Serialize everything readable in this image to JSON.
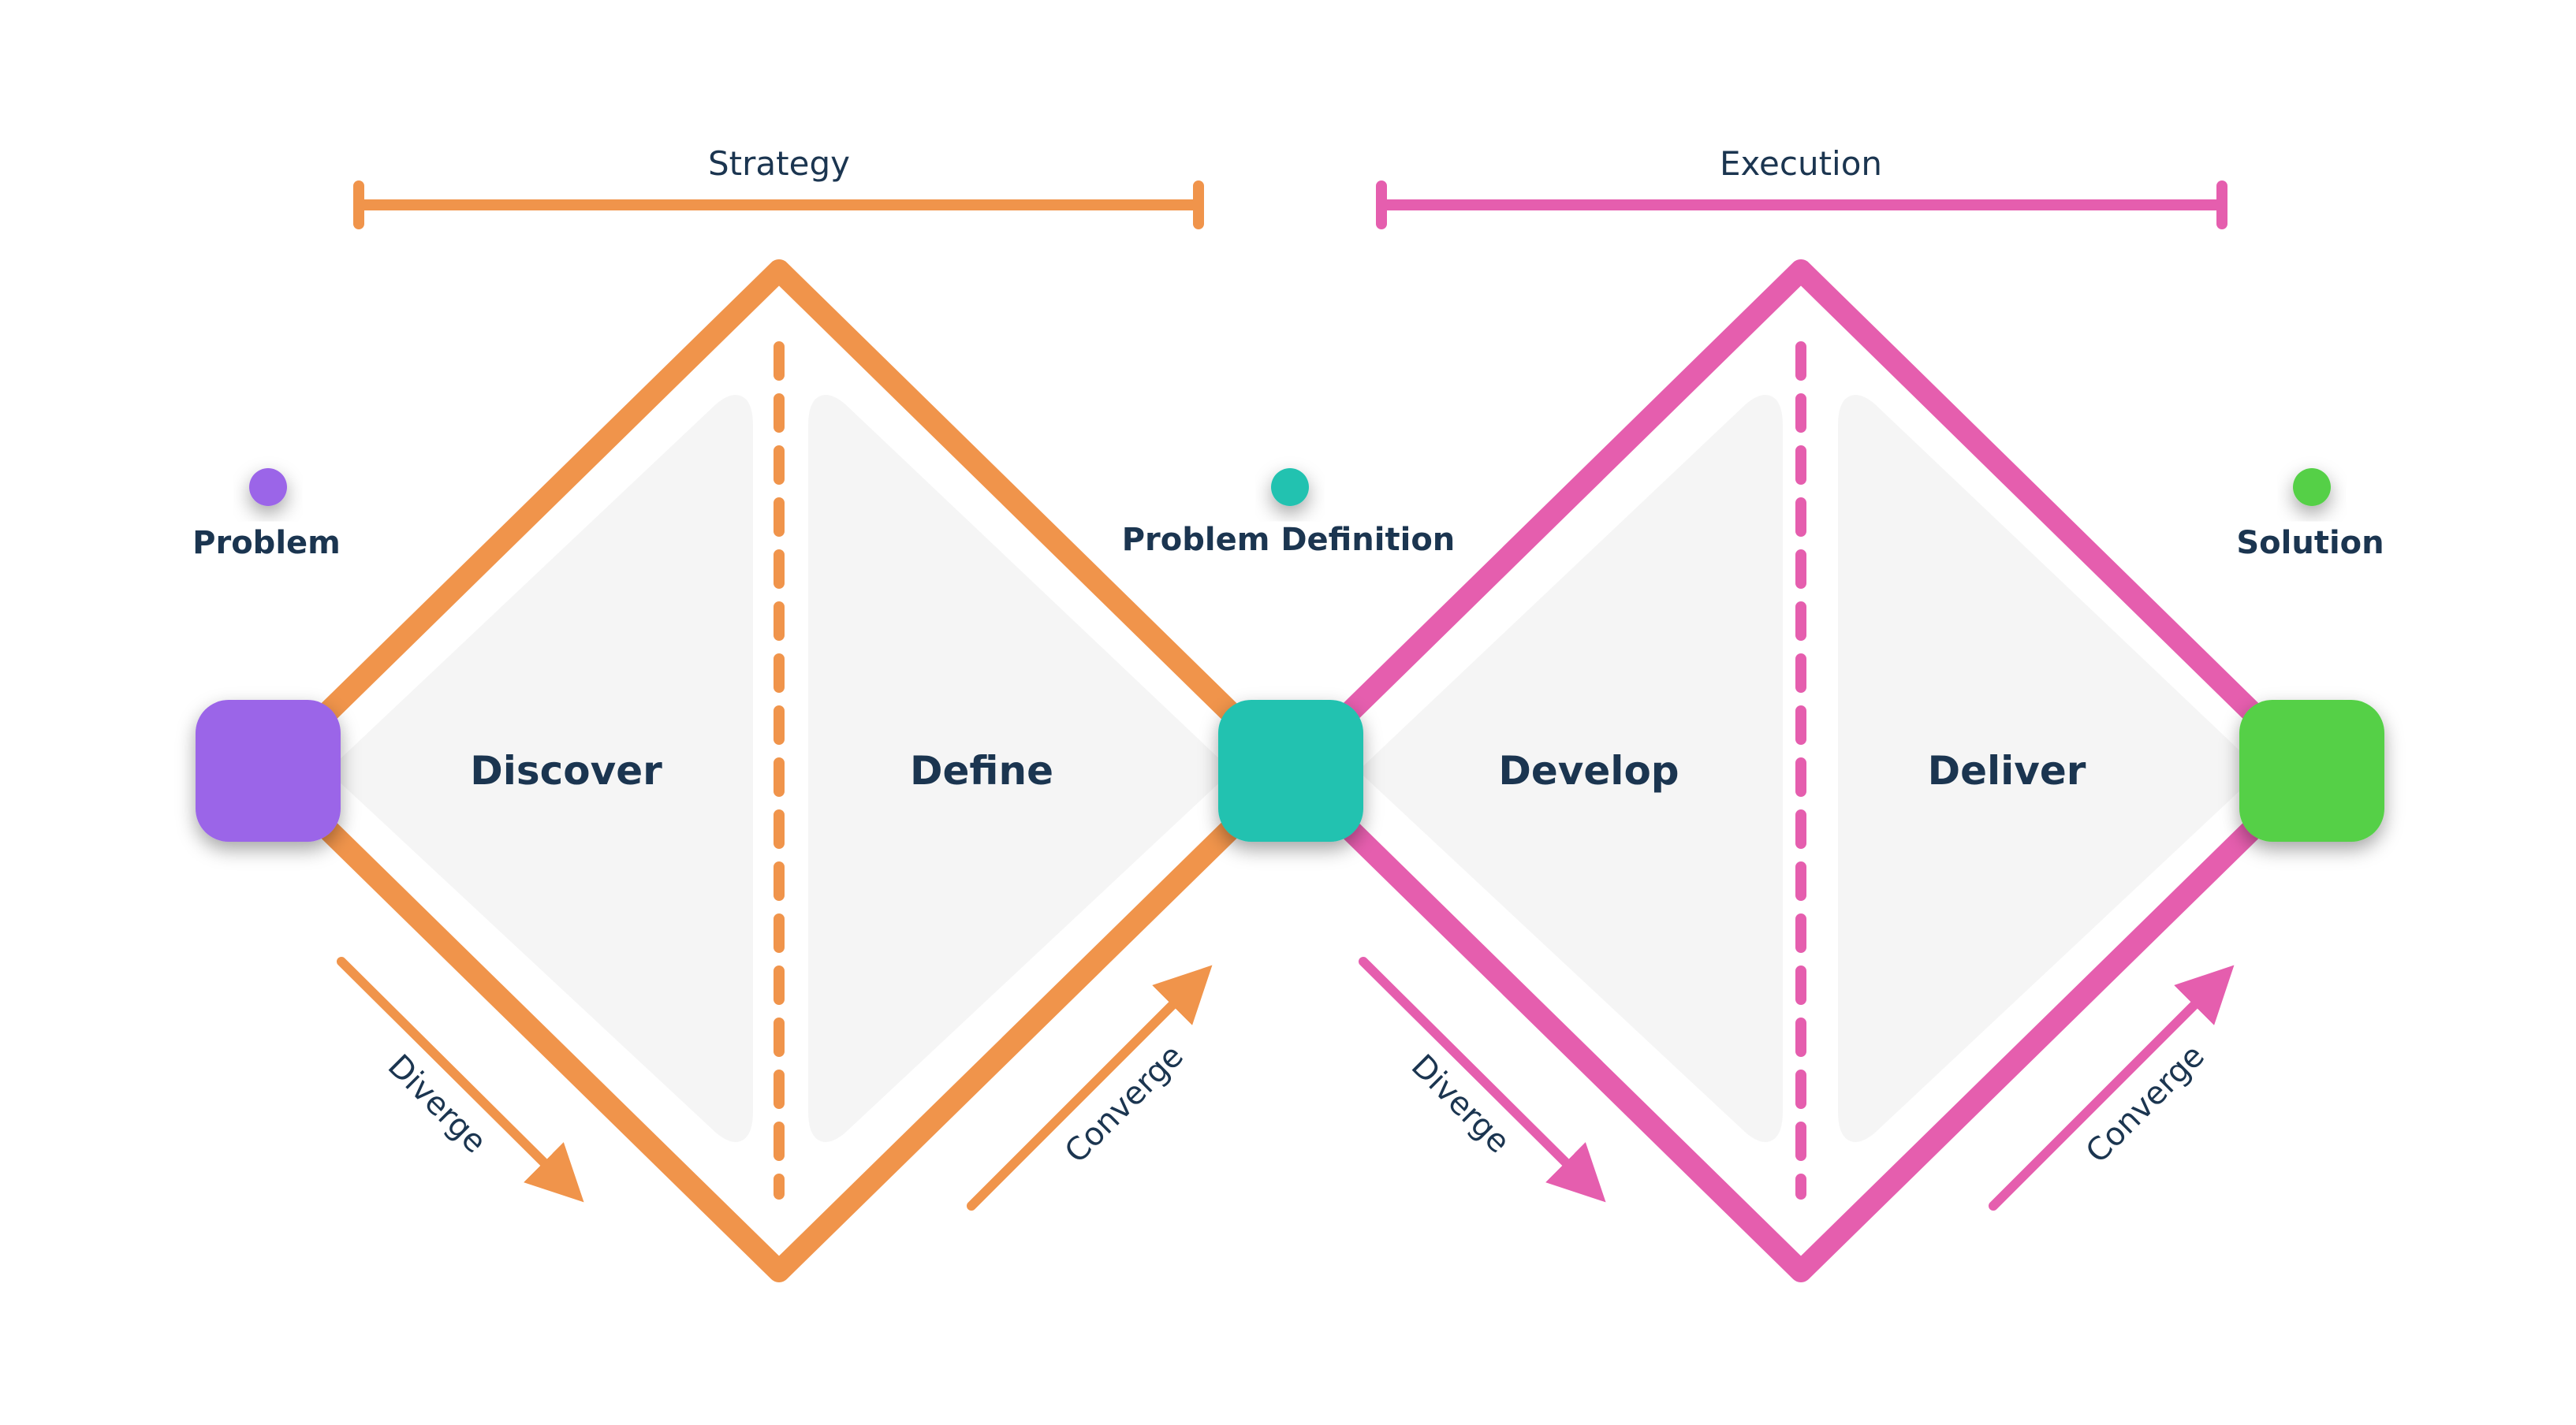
{
  "colors": {
    "strategy": "#F0944B",
    "execution": "#E55EAE",
    "text": "#1B3550",
    "panel": "#F5F5F5",
    "problem": "#9B65E8",
    "problem_definition": "#20C2B0",
    "solution": "#55D047"
  },
  "brackets": {
    "strategy": "Strategy",
    "execution": "Execution"
  },
  "phases": {
    "discover": "Discover",
    "define": "Define",
    "develop": "Develop",
    "deliver": "Deliver"
  },
  "nodes": {
    "problem": "Problem",
    "problem_definition": "Problem Definition",
    "solution": "Solution"
  },
  "arrows": {
    "diverge_1": "Diverge",
    "converge_1": "Converge",
    "diverge_2": "Diverge",
    "converge_2": "Converge"
  }
}
